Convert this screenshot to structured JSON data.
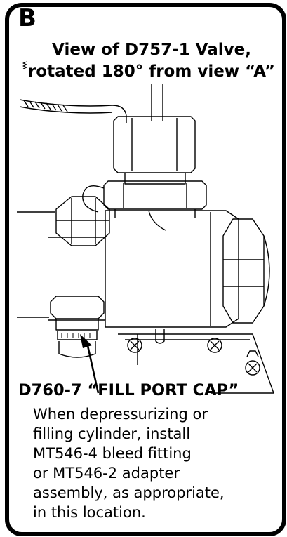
{
  "panel": {
    "letter": "B",
    "title_line1": "View of D757-1 Valve,",
    "title_line2": "rotated 180° from view “A”"
  },
  "callout": {
    "part_label": "D760-7 “FILL PORT CAP”",
    "note_lines": [
      "When depressurizing or",
      "filling cylinder, install",
      "MT546-4 bleed fitting",
      "or MT546-2 adapter",
      "assembly, as appropriate,",
      "in this location."
    ]
  }
}
